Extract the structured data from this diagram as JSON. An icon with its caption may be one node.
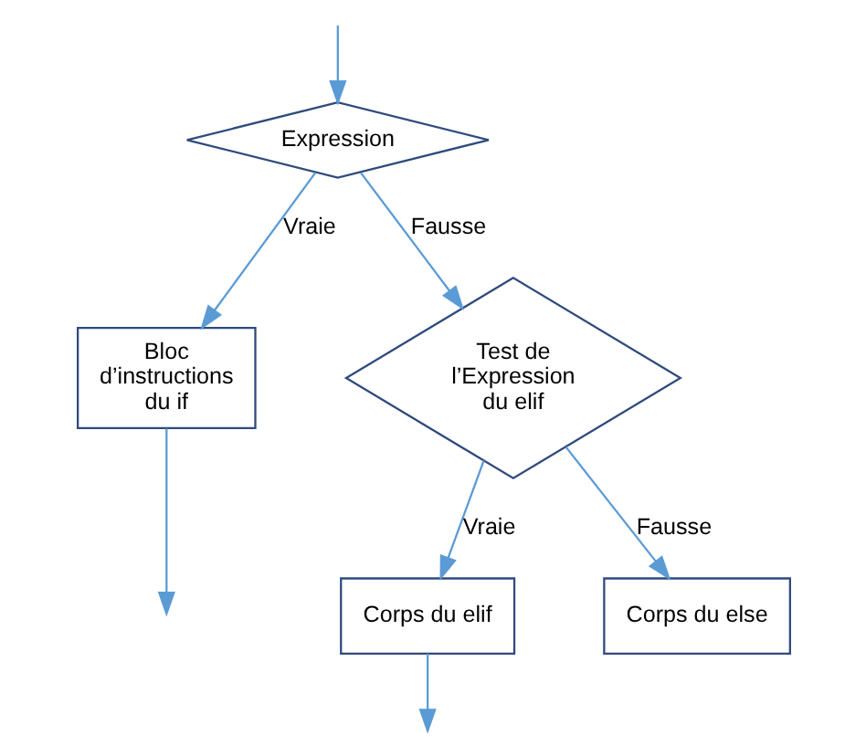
{
  "diagram": {
    "nodes": [
      {
        "text": [
          "Expression"
        ]
      },
      {
        "text": [
          "Bloc d’instructions du if"
        ]
      },
      {
        "text": [
          "Test de l’Expression du elif"
        ]
      },
      {
        "text": [
          "Corps du elif"
        ]
      },
      {
        "text": [
          "Corps du else"
        ]
      }
    ],
    "edges": [
      {
        "from": null,
        "to": 0,
        "arrow": "to"
      },
      {
        "from": 0,
        "to": 1,
        "arrow": "to",
        "label": "Vraie"
      },
      {
        "from": 0,
        "to": 2,
        "arrow": "to",
        "label": "Fausse"
      },
      {
        "from": 2,
        "to": 3,
        "arrow": "to",
        "label": "Vraie"
      },
      {
        "from": 2,
        "to": 4,
        "arrow": "to",
        "label": "Fausse"
      },
      {
        "from": 1,
        "to": null,
        "arrow": "to"
      },
      {
        "from": 3,
        "to": null,
        "arrow": "to"
      }
    ]
  }
}
